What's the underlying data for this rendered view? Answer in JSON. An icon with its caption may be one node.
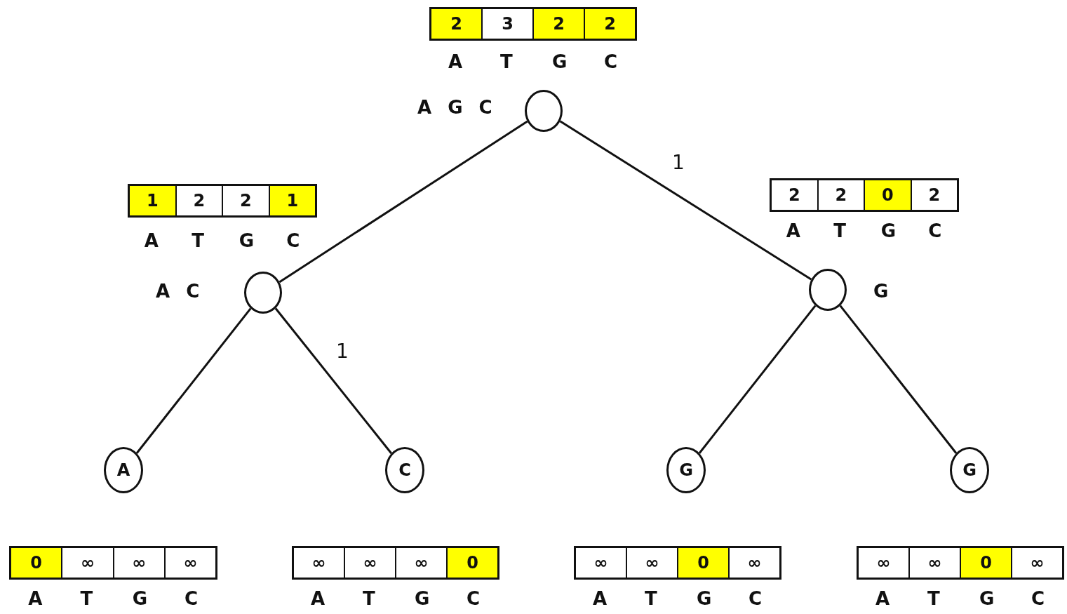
{
  "diagram": {
    "nodes": [
      {
        "text": [],
        "shape": "circle",
        "beside": [
          "2",
          "3",
          "2",
          "2",
          "A",
          "T",
          "G",
          "C",
          "A G C"
        ]
      },
      {
        "text": [],
        "shape": "circle",
        "beside": [
          "1",
          "2",
          "2",
          "1",
          "A",
          "T",
          "G",
          "C",
          "A C"
        ]
      },
      {
        "text": [],
        "shape": "circle",
        "beside": [
          "2",
          "2",
          "0",
          "2",
          "A",
          "T",
          "G",
          "C",
          "G"
        ]
      },
      {
        "text": [
          "A"
        ],
        "beside": [
          "0",
          "∞",
          "∞",
          "∞",
          "A",
          "T",
          "G",
          "C"
        ]
      },
      {
        "text": [
          "C"
        ],
        "beside": [
          "∞",
          "∞",
          "∞",
          "0",
          "A",
          "T",
          "G",
          "C"
        ]
      },
      {
        "text": [
          "G"
        ],
        "beside": [
          "∞",
          "∞",
          "0",
          "∞",
          "A",
          "T",
          "G",
          "C"
        ]
      },
      {
        "text": [
          "G"
        ],
        "beside": [
          "∞",
          "∞",
          "0",
          "∞",
          "A",
          "T",
          "G",
          "C"
        ]
      }
    ],
    "edges": [
      {
        "from": 0,
        "to": 1,
        "arrow": "none"
      },
      {
        "from": 0,
        "to": 2,
        "arrow": "none",
        "label": "1"
      },
      {
        "from": 1,
        "to": 3,
        "arrow": "none"
      },
      {
        "from": 1,
        "to": 4,
        "arrow": "none",
        "label": "1"
      },
      {
        "from": 2,
        "to": 5,
        "arrow": "none"
      },
      {
        "from": 2,
        "to": 6,
        "arrow": "none"
      }
    ]
  }
}
